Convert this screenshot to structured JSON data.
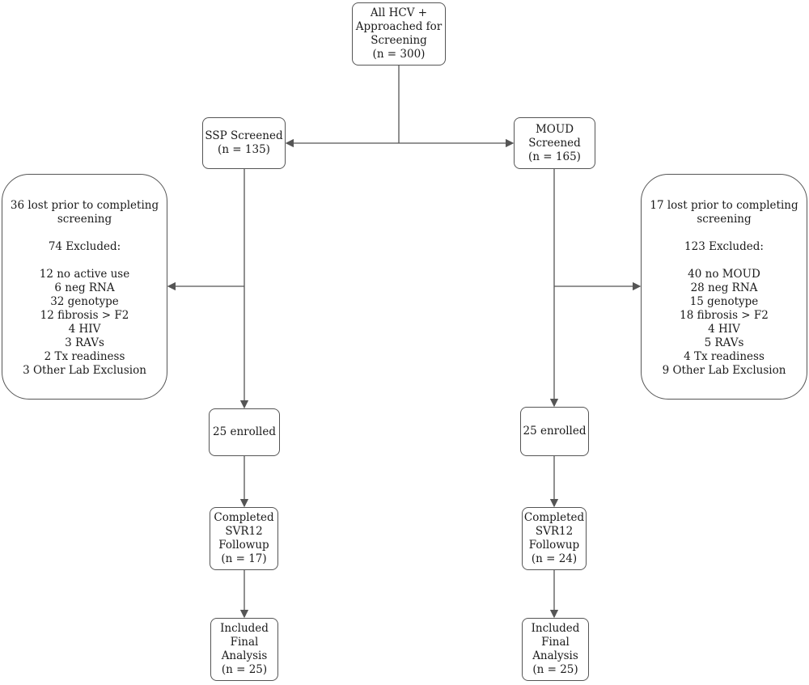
{
  "top": {
    "lines": [
      "All HCV +",
      "Approached for",
      "Screening",
      "(n = 300)"
    ]
  },
  "ssp_screened": {
    "lines": [
      "SSP Screened",
      "(n = 135)"
    ]
  },
  "moud_screened": {
    "lines": [
      "MOUD",
      "Screened",
      "(n = 165)"
    ]
  },
  "ssp_excluded": {
    "lost": [
      "36 lost prior to completing",
      "screening"
    ],
    "excluded_header": "74 Excluded:",
    "reasons": [
      "12 no active use",
      "6 neg RNA",
      "32 genotype",
      "12 fibrosis > F2",
      "4 HIV",
      "3 RAVs",
      "2 Tx readiness",
      "3 Other Lab Exclusion"
    ]
  },
  "moud_excluded": {
    "lost": [
      "17 lost prior to completing",
      "screening"
    ],
    "excluded_header": "123 Excluded:",
    "reasons": [
      "40 no MOUD",
      "28 neg RNA",
      "15 genotype",
      "18 fibrosis > F2",
      "4 HIV",
      "5 RAVs",
      "4 Tx readiness",
      "9 Other Lab Exclusion"
    ]
  },
  "ssp_enrolled": {
    "label": "25 enrolled"
  },
  "moud_enrolled": {
    "label": "25 enrolled"
  },
  "ssp_completed": {
    "lines": [
      "Completed",
      "SVR12",
      "Followup",
      "(n = 17)"
    ]
  },
  "moud_completed": {
    "lines": [
      "Completed",
      "SVR12",
      "Followup",
      "(n = 24)"
    ]
  },
  "ssp_included": {
    "lines": [
      "Included",
      "Final",
      "Analysis",
      "(n = 25)"
    ]
  },
  "moud_included": {
    "lines": [
      "Included",
      "Final",
      "Analysis",
      "(n = 25)"
    ]
  },
  "colors": {
    "line": "#555555",
    "text": "#1a1a1a",
    "background": "#ffffff"
  }
}
